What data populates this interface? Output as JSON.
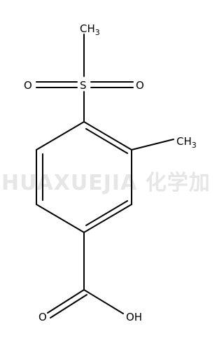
{
  "watermark": {
    "text": "HUAXUEJIA 化学加"
  },
  "labels": {
    "ch3_top_main": "CH",
    "ch3_top_sub": "3",
    "sulfur": "S",
    "oxygen_left": "O",
    "oxygen_right": "O",
    "ch3_right_main": "CH",
    "ch3_right_sub": "3",
    "carbonyl_oxygen": "O",
    "hydroxyl": "OH"
  },
  "colors": {
    "bond": "#000000",
    "text": "#000000",
    "watermark": "#e6e6e6",
    "background": "#ffffff"
  }
}
